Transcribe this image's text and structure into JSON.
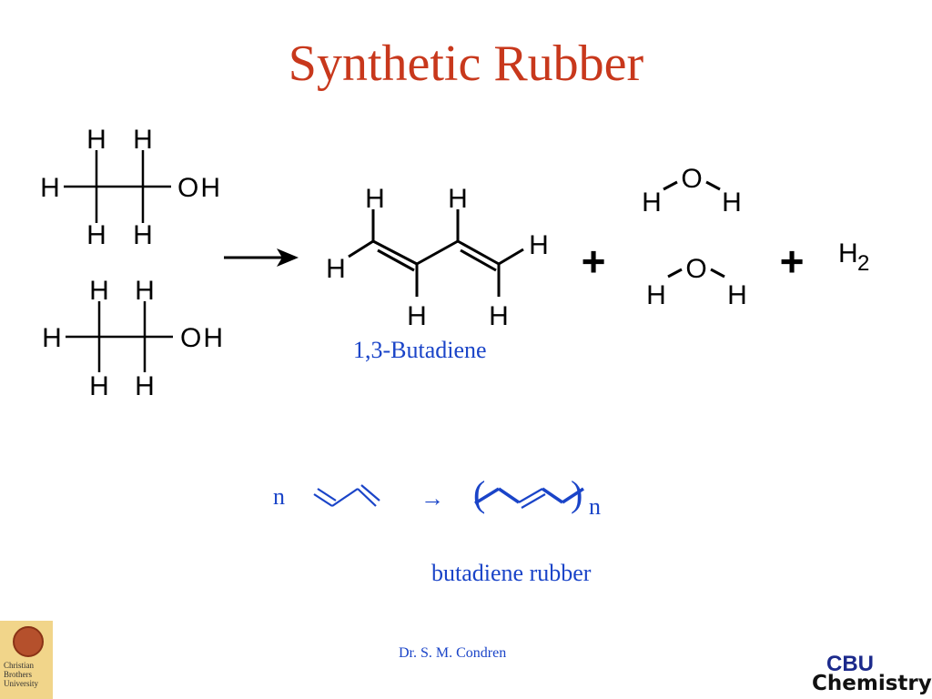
{
  "slide": {
    "title": "Synthetic Rubber",
    "atoms": {
      "H": "H",
      "O": "O",
      "OH": "OH",
      "H2_base": "H",
      "H2_sub": "2"
    },
    "operators": {
      "plus": "+"
    },
    "butadiene_label": "1,3-Butadiene",
    "polymerization": {
      "coefficient": "n",
      "arrow": "→",
      "open_paren": "(",
      "close_paren": ")",
      "subscript": "n",
      "product_label": "butadiene rubber"
    },
    "footer": {
      "author": "Dr. S. M. Condren"
    },
    "logos": {
      "left_logo_text": [
        "Christian",
        "Brothers",
        "University"
      ],
      "right_logo_top": "CBU",
      "right_logo_bottom": "Chemistry"
    },
    "colors": {
      "title": "#c8381c",
      "caption": "#1a44c8"
    }
  }
}
